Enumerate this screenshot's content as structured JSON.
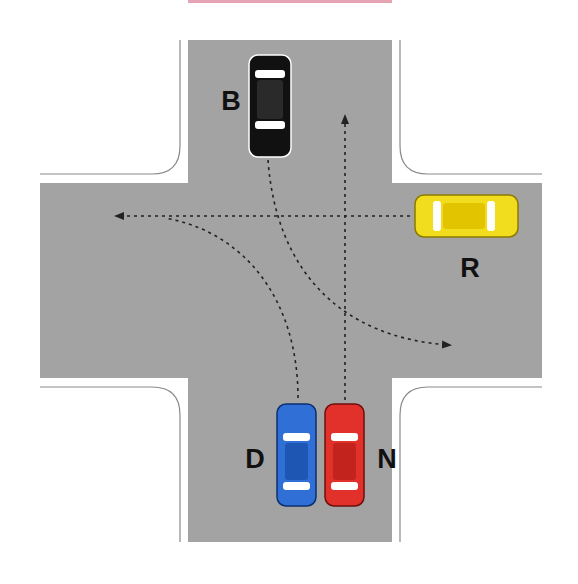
{
  "diagram": {
    "labels": [
      "B",
      "R",
      "D",
      "N"
    ]
  }
}
